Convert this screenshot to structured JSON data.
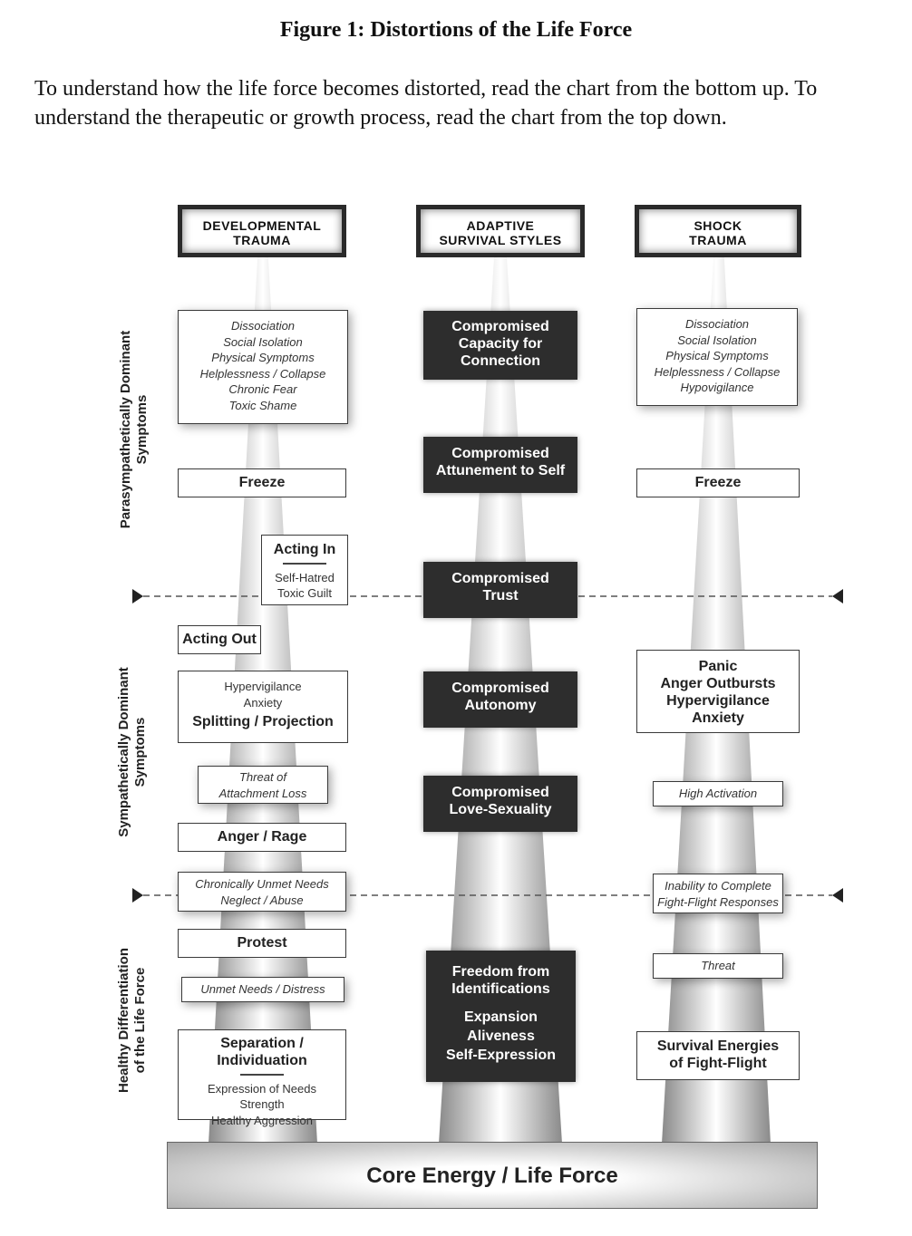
{
  "figure_title": "Figure 1: Distortions of the Life Force",
  "intro_text": "To understand how the life force becomes distorted, read the chart from the bottom up. To understand the therapeutic or growth process, read the chart from the top down.",
  "side_labels": {
    "parasympathetic": [
      "Parasympathetically Dominant",
      "Symptoms"
    ],
    "sympathetic": [
      "Sympathetically Dominant",
      "Symptoms"
    ],
    "healthy": [
      "Healthy Differentiation",
      "of the Life Force"
    ]
  },
  "headers": {
    "developmental": [
      "Developmental",
      "Trauma"
    ],
    "adaptive": [
      "Adaptive",
      "Survival Styles"
    ],
    "shock": [
      "Shock",
      "Trauma"
    ]
  },
  "developmental": {
    "para_symptoms": [
      "Dissociation",
      "Social Isolation",
      "Physical Symptoms",
      "Helplessness / Collapse",
      "Chronic Fear",
      "Toxic Shame"
    ],
    "freeze": "Freeze",
    "acting_in_title": "Acting In",
    "acting_in_items": [
      "Self-Hatred",
      "Toxic Guilt"
    ],
    "acting_out": "Acting Out",
    "hyper_items": [
      "Hypervigilance",
      "Anxiety"
    ],
    "splitting": "Splitting / Projection",
    "threat_items": [
      "Threat of",
      "Attachment Loss"
    ],
    "anger": "Anger / Rage",
    "unmet_items": [
      "Chronically Unmet Needs",
      "Neglect / Abuse"
    ],
    "protest": "Protest",
    "distress": "Unmet Needs / Distress",
    "separation_title": "Separation / Individuation",
    "separation_items": [
      "Expression of Needs",
      "Strength",
      "Healthy Aggression"
    ]
  },
  "adaptive": {
    "connection": [
      "Compromised",
      "Capacity for",
      "Connection"
    ],
    "attunement": [
      "Compromised",
      "Attunement to Self"
    ],
    "trust": [
      "Compromised",
      "Trust"
    ],
    "autonomy": [
      "Compromised",
      "Autonomy"
    ],
    "love": [
      "Compromised",
      "Love-Sexuality"
    ],
    "freedom": [
      "Freedom from",
      "Identifications"
    ],
    "expansion": [
      "Expansion",
      "Aliveness",
      "Self-Expression"
    ]
  },
  "shock": {
    "para_symptoms": [
      "Dissociation",
      "Social Isolation",
      "Physical Symptoms",
      "Helplessness / Collapse",
      "Hypovigilance"
    ],
    "freeze": "Freeze",
    "panic_items": [
      "Panic",
      "Anger Outbursts",
      "Hypervigilance",
      "Anxiety"
    ],
    "high_activation": "High Activation",
    "inability_items": [
      "Inability to Complete",
      "Fight-Flight Responses"
    ],
    "threat": "Threat",
    "survival_items": [
      "Survival Energies",
      "of Fight-Flight"
    ]
  },
  "core": "Core Energy / Life Force",
  "colors": {
    "dark_box": "#2d2d2d",
    "cone_center": "#ffffff",
    "cone_edge": "#8a8a8a",
    "divider": "#555555"
  }
}
